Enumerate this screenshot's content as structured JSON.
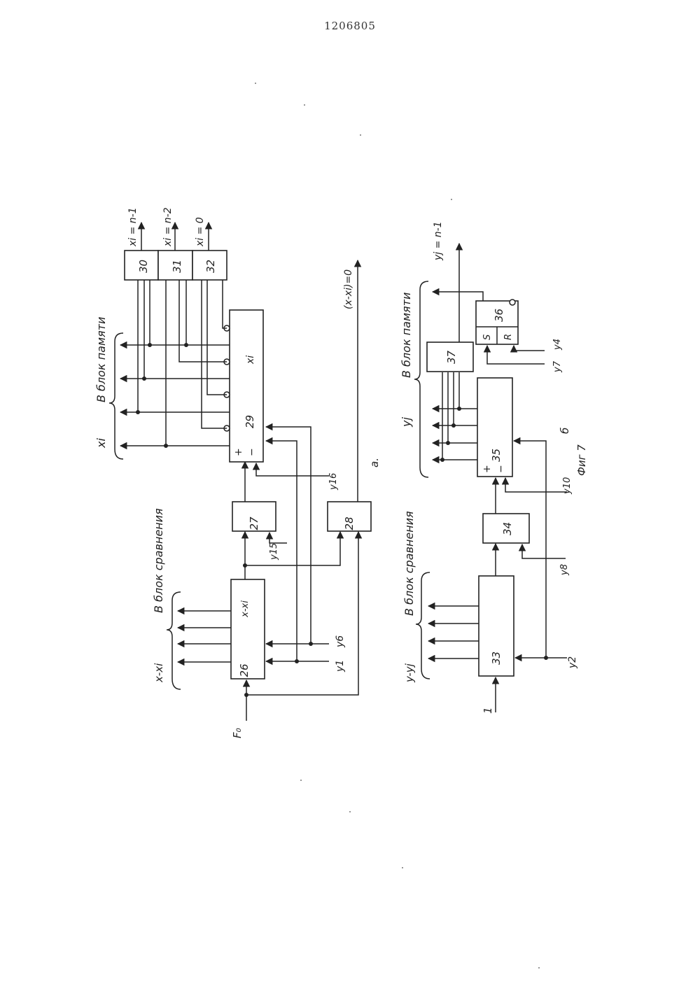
{
  "patent_number": "1206805",
  "figure_label": "Фиг 7",
  "diagram_a": {
    "label": "а.",
    "input_label": "F₀",
    "blocks": {
      "b26": "26",
      "b26_label": "x-xi",
      "b27": "27",
      "b28": "28",
      "b29": "29",
      "b29_label": "xi",
      "b29_plus": "+",
      "b29_minus": "−",
      "b30": "30",
      "b31": "31",
      "b32": "32"
    },
    "bus_compare": "x-xi",
    "to_compare": "В блок сравнения",
    "bus_memory": "xi",
    "to_memory": "В блок памяти",
    "out_30": "xi = n-1",
    "out_31": "xi = n-2",
    "out_32": "xi = 0",
    "out_28": "(x-xi)=0",
    "sig_y1": "y1",
    "sig_y6": "y6",
    "sig_y15": "y15",
    "sig_y16": "y16"
  },
  "diagram_b": {
    "label": "б",
    "input_label": "1",
    "blocks": {
      "b33": "33",
      "b34": "34",
      "b35": "35",
      "b35_plus": "+",
      "b35_minus": "−",
      "b36": "36",
      "b36_s": "S",
      "b36_r": "R",
      "b37": "37"
    },
    "bus_compare": "y-yj",
    "to_compare": "В блок сравнения",
    "bus_memory": "yj",
    "to_memory": "В блок памяти",
    "out_37": "yj = n-1",
    "sig_y2": "y2",
    "sig_y8": "y8",
    "sig_y10": "y10",
    "sig_y7": "y7",
    "sig_y4": "y4"
  }
}
